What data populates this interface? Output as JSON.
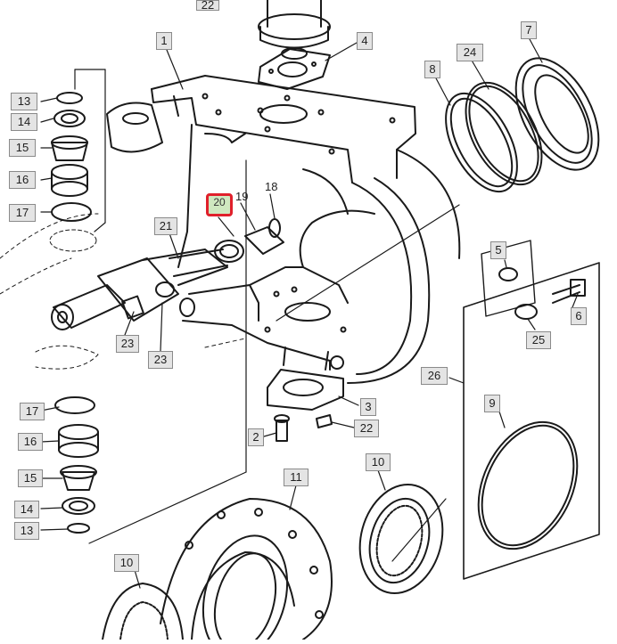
{
  "diagram": {
    "labels": {
      "n1": "1",
      "n2": "2",
      "n3": "3",
      "n4": "4",
      "n5": "5",
      "n6": "6",
      "n7": "7",
      "n8": "8",
      "n9": "9",
      "n10a": "10",
      "n10b": "10",
      "n11": "11",
      "n13a": "13",
      "n14a": "14",
      "n15a": "15",
      "n16a": "16",
      "n17a": "17",
      "n13b": "13",
      "n14b": "14",
      "n15b": "15",
      "n16b": "16",
      "n17b": "17",
      "n18": "18",
      "n19": "19",
      "n20": "20",
      "n21": "21",
      "n22a": "22",
      "n22b": "22",
      "n23a": "23",
      "n23b": "23",
      "n24": "24",
      "n25": "25",
      "n26": "26"
    },
    "highlighted_label": "20",
    "colors": {
      "ink": "#1a1a1a",
      "callout_bg": "#e4e4e4",
      "highlight": "#e0202b"
    }
  }
}
